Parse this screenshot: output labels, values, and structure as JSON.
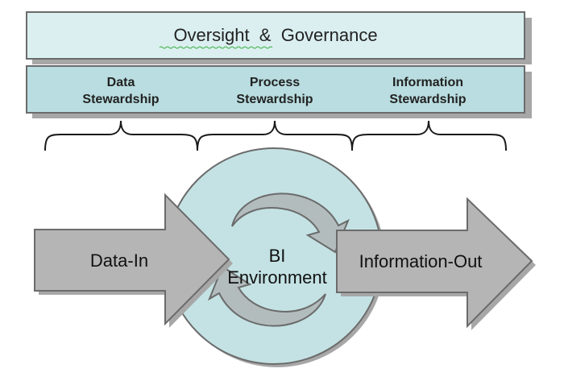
{
  "oversight": {
    "label": "Oversight  &  Governance"
  },
  "stewardship": [
    {
      "line1": "Data",
      "line2": "Stewardship"
    },
    {
      "line1": "Process",
      "line2": "Stewardship"
    },
    {
      "line1": "Information",
      "line2": "Stewardship"
    }
  ],
  "center": {
    "line1": "BI",
    "line2": "Environment"
  },
  "arrows": {
    "in_label": "Data-In",
    "out_label": "Information-Out"
  },
  "colors": {
    "oversight_fill": "#dbeff0",
    "stewardship_fill": "#b9dde0",
    "circle_fill": "#c4e2e4",
    "ring_fill": "#b3bcbd",
    "arrow_fill": "#b5b5b5",
    "stroke": "#6b6b6b",
    "shadow": "#a7a7a7"
  }
}
